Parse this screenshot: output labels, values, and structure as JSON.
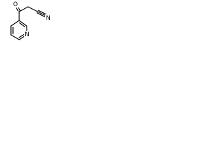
{
  "molecule": {
    "atoms": {
      "oxygen": "O",
      "nitrile_nitrogen": "N",
      "ring_nitrogen": "N"
    },
    "colors": {
      "bond": "#000000",
      "label": "#000000",
      "background": "#ffffff"
    }
  }
}
